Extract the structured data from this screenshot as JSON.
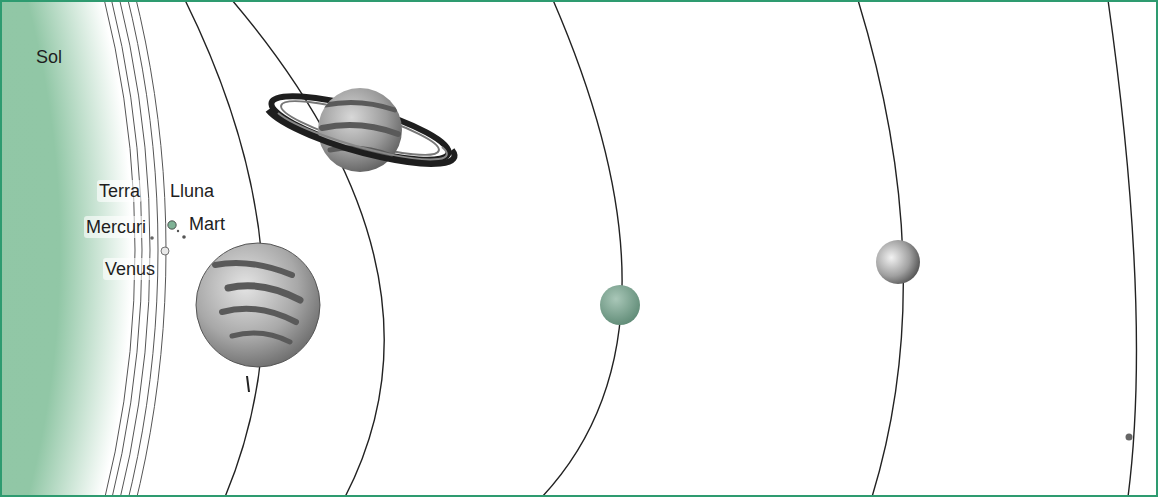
{
  "diagram": {
    "labels": [
      "Sol",
      "Terra",
      "Lluna",
      "Mercuri",
      "Mart",
      "Venus"
    ]
  }
}
